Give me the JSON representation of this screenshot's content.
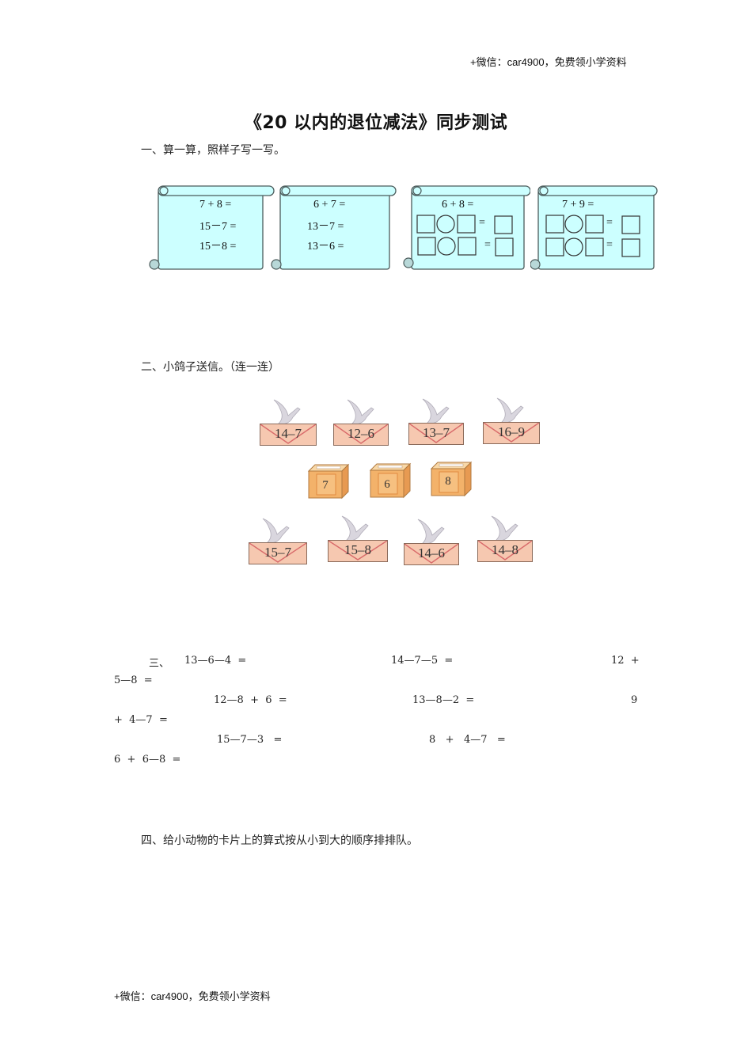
{
  "header": {
    "watermark": "+微信：car4900，免费领小学资料"
  },
  "title": "《20 以内的退位减法》同步测试",
  "section1": {
    "heading": "一、算一算，照样子写一写。",
    "scrolls": [
      {
        "lines": [
          "7 + 8 =",
          "15－7 =",
          "15－8 ="
        ]
      },
      {
        "lines": [
          "6 + 7 =",
          "13－7 =",
          "13－6 ="
        ]
      },
      {
        "lines": [
          "6 + 8 ="
        ],
        "template_rows": 2
      },
      {
        "lines": [
          "7 + 9 ="
        ],
        "template_rows": 2
      }
    ],
    "equals": "="
  },
  "section2": {
    "heading": "二、小鸽子送信。（连一连）",
    "top_envelopes": [
      "14–7",
      "12–6",
      "13–7",
      "16–9"
    ],
    "boxes": [
      "7",
      "6",
      "8"
    ],
    "bottom_envelopes": [
      "15–7",
      "15–8",
      "14–6",
      "14–8"
    ]
  },
  "section3": {
    "label": "三、",
    "lines": [
      {
        "a": "13—6—4  =",
        "b": "14—7—5  =",
        "c": "12  +",
        "wrap": "5—8  ="
      },
      {
        "a": "12—8  +  6  =",
        "b": "13—8—2  =",
        "c": "9",
        "wrap": "+  4—7  ="
      },
      {
        "a": "15—7—3   =",
        "b": "8   +   4—7   =",
        "c": "",
        "wrap": "6  +  6—8  ="
      }
    ]
  },
  "section4": {
    "heading": "四、给小动物的卡片上的算式按从小到大的顺序排排队。"
  },
  "footer": {
    "watermark": "+微信：car4900，免费领小学资料"
  },
  "colors": {
    "scroll_fill": "#ccffff",
    "scroll_stroke": "#4a5a5a",
    "envelope_fill": "#f6c8b0",
    "box_fill": "#f3b26a"
  }
}
